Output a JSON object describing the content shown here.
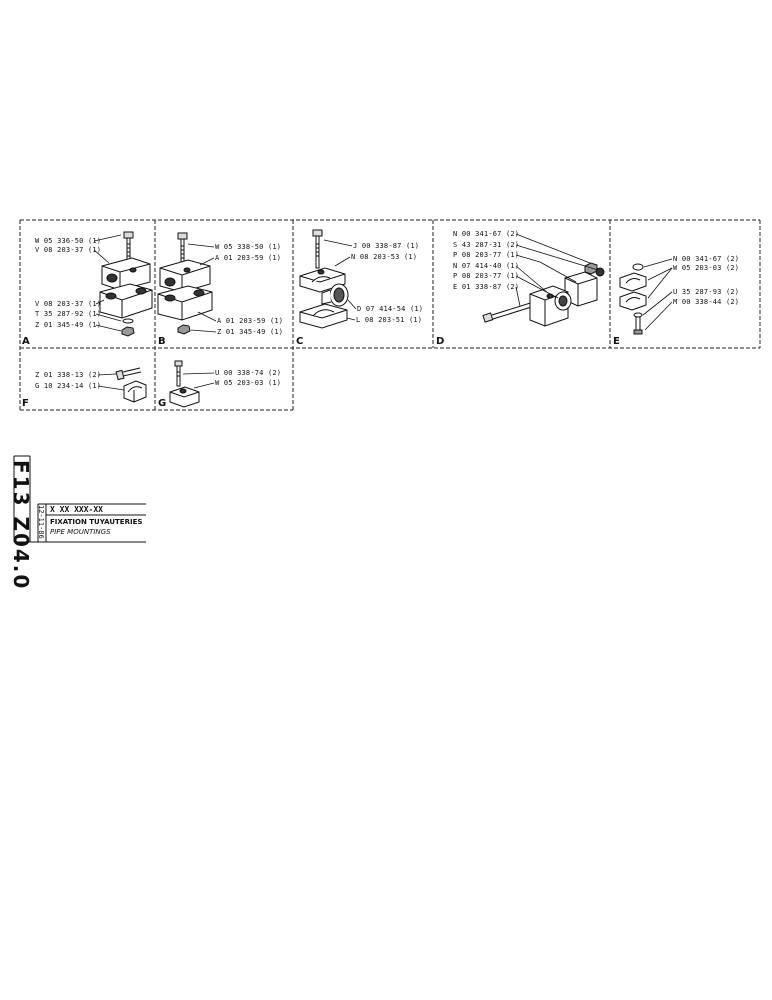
{
  "panels": [
    {
      "letter": "A",
      "labels": [
        "W 05 336-50 (1)",
        "V 08 203-37 (1)",
        "V 08 203-37 (1)",
        "T 35 287-92 (1)",
        "Z 01 345-49 (1)"
      ]
    },
    {
      "letter": "B",
      "labels": [
        "W 05 338-50 (1)",
        "A 01 203-59 (1)",
        "A 01 203-59 (1)",
        "Z 01 345-49 (1)"
      ]
    },
    {
      "letter": "C",
      "labels": [
        "J 00 338-87 (1)",
        "N 08 203-53 (1)",
        "D 07 414-54 (1)",
        "L 08 203-51 (1)"
      ]
    },
    {
      "letter": "D",
      "labels": [
        "N 00 341-67 (2)",
        "S 43 287-31 (2)",
        "P 08 203-77 (1)",
        "N 07 414-40 (1)",
        "P 08 203-77 (1)",
        "E 01 338-87 (2)"
      ]
    },
    {
      "letter": "E",
      "labels": [
        "N 00 341-67 (2)",
        "W 05 203-03 (2)",
        "U 35 287-93 (2)",
        "M 00 338-44 (2)"
      ]
    },
    {
      "letter": "F",
      "labels": [
        "Z 01 338-13 (2)",
        "G 10 234-14 (1)"
      ]
    },
    {
      "letter": "G",
      "labels": [
        "U 00 338-74 (2)",
        "W 05 203-03 (1)"
      ]
    }
  ],
  "title_block": {
    "section_code": "F13  Z04.0",
    "date": "12-11-86",
    "part_code": "X XX XXX-XX",
    "title_fr": "FIXATION TUYAUTERIES",
    "title_en": "PIPE MOUNTINGS"
  }
}
